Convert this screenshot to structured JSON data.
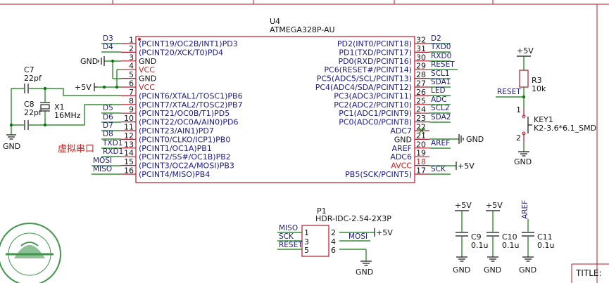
{
  "u4": {
    "ref": "U4",
    "part": "ATMEGA328P-AU",
    "left_pins": [
      {
        "num": "1",
        "name": "(PCINT19/OC2B/INT1)PD3",
        "net": "D3"
      },
      {
        "num": "2",
        "name": "(PCINT20/XCK/T0)PD4",
        "net": "D4"
      },
      {
        "num": "3",
        "name": "GND",
        "net": ""
      },
      {
        "num": "4",
        "name": "VCC",
        "net": ""
      },
      {
        "num": "5",
        "name": "GND",
        "net": ""
      },
      {
        "num": "6",
        "name": "VCC",
        "net": ""
      },
      {
        "num": "7",
        "name": "(PCINT6/XTAL1/TOSC1)PB6",
        "net": ""
      },
      {
        "num": "8",
        "name": "(PCINT7/XTAL2/TOSC2)PB7",
        "net": ""
      },
      {
        "num": "9",
        "name": "(PCINT21/OC0B/T1)PD5",
        "net": "D5"
      },
      {
        "num": "10",
        "name": "(PCINT22/OC0A/AIN0)PD6",
        "net": "D6"
      },
      {
        "num": "11",
        "name": "(PCINT23/AIN1)PD7",
        "net": "D7"
      },
      {
        "num": "12",
        "name": "(PCINT0/CLKO/ICP1)PB0",
        "net": "D8"
      },
      {
        "num": "13",
        "name": "(PCINT1/OC1A)PB1",
        "net": "TXD1"
      },
      {
        "num": "14",
        "name": "(PCINT2/SS#/OC1B)PB2",
        "net": "RXD1"
      },
      {
        "num": "15",
        "name": "(PCINT3/OC2A/MOSI)PB3",
        "net": "MOSI"
      },
      {
        "num": "16",
        "name": "(PCINT4/MISO)PB4",
        "net": "MISO"
      }
    ],
    "right_pins": [
      {
        "num": "32",
        "name": "PD2(INT0/PCINT18)",
        "net": "D2"
      },
      {
        "num": "31",
        "name": "PD1(TXD/PCINT17)",
        "net": "TXD0"
      },
      {
        "num": "30",
        "name": "PD0(RXD/PCINT16)",
        "net": "RXD0"
      },
      {
        "num": "29",
        "name": "PC6(RESET#/PCINT14)",
        "net": "RESET"
      },
      {
        "num": "28",
        "name": "PC5(ADC5/SCL/PCINT13)",
        "net": "SCL1"
      },
      {
        "num": "27",
        "name": "PC4(ADC4/SDA/PCINT12)",
        "net": "SDA1"
      },
      {
        "num": "26",
        "name": "PC3(ADC3/PCINT11)",
        "net": "LED"
      },
      {
        "num": "25",
        "name": "PC2(ADC2/PCINT10)",
        "net": "ADC"
      },
      {
        "num": "24",
        "name": "PC1(ADC1/PCINT9)",
        "net": "SCL2"
      },
      {
        "num": "23",
        "name": "PC0(ADC0/PCINT8)",
        "net": "SDA2"
      },
      {
        "num": "22",
        "name": "ADC7",
        "net": ""
      },
      {
        "num": "21",
        "name": "GND",
        "net": ""
      },
      {
        "num": "20",
        "name": "AREF",
        "net": "AREF"
      },
      {
        "num": "19",
        "name": "ADC6",
        "net": ""
      },
      {
        "num": "18",
        "name": "AVCC",
        "net": ""
      },
      {
        "num": "17",
        "name": "PB5(SCK/PCINT5)",
        "net": "SCK"
      }
    ]
  },
  "crystal": {
    "c7_ref": "C7",
    "c7_val": "22pf",
    "c8_ref": "C8",
    "c8_val": "22pf",
    "x1_ref": "X1",
    "x1_val": "16MHz",
    "gnd": "GND"
  },
  "power": {
    "gnd_left": "GND",
    "vcc_left": "+5V",
    "gnd_right": "GND",
    "vcc_right": "+5V"
  },
  "annotation": {
    "uart": "虚拟串口"
  },
  "reset": {
    "vcc": "+5V",
    "r3_ref": "R3",
    "r3_val": "10k",
    "net": "RESET",
    "key_ref": "KEY1",
    "key_val": "K2-3.6*6.1_SMD",
    "pin1": "1",
    "pin2": "2",
    "gnd": "GND"
  },
  "isp": {
    "ref": "P1",
    "part": "HDR-IDC-2.54-2X3P",
    "pins": [
      "1",
      "2",
      "3",
      "4",
      "5",
      "6"
    ],
    "net_1": "MISO",
    "net_3": "SCK",
    "net_5": "RESET",
    "net_4": "MOSI",
    "vcc": "+5V",
    "gnd": "GND"
  },
  "decoupling": {
    "c9_ref": "C9",
    "c9_val": "0.1u",
    "c9_top": "+5V",
    "c10_ref": "C10",
    "c10_val": "0.1u",
    "c10_top": "+5V",
    "c11_ref": "C11",
    "c11_val": "0.1u",
    "c11_top": "AREF",
    "gnd": "GND"
  },
  "title_block": {
    "title": "TITLE:"
  },
  "colors": {
    "wire": "#0a7a0a",
    "pin": "#b5172a",
    "net_label": "#1a1a8c",
    "power_pin_text": "#cc1f1f"
  }
}
